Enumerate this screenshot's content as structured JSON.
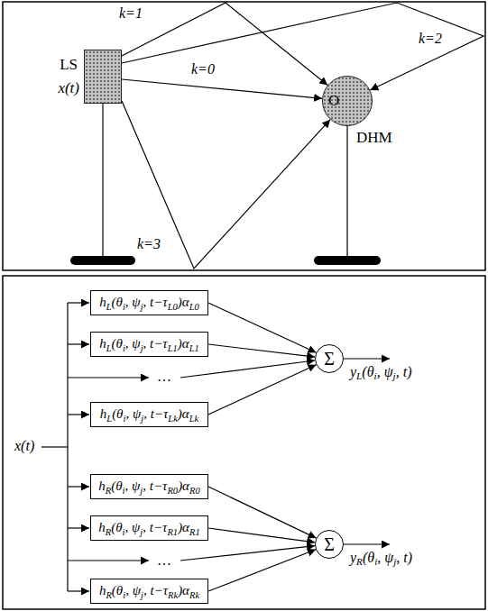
{
  "diagram": {
    "nodes": [
      {
        "text": [
          "LS",
          "x(t)"
        ]
      },
      {
        "text": [
          "O",
          "DHM"
        ]
      },
      {
        "text": [
          "hL(θi, ψj, t−τL0)αL0"
        ]
      },
      {
        "text": [
          "hL(θi, ψj, t−τL1)αL1"
        ]
      },
      {
        "text": [
          "hL(θi, ψj, t−τLk)αLk"
        ]
      },
      {
        "text": [
          "Σ"
        ]
      },
      {
        "text": [
          "hR(θi, ψj, t−τR0)αR0"
        ]
      },
      {
        "text": [
          "hR(θi, ψj, t−τR1)αR1"
        ]
      },
      {
        "text": [
          "hR(θi, ψj, t−τRk)αRk"
        ]
      },
      {
        "text": [
          "Σ"
        ]
      }
    ],
    "edges": [
      {
        "from": 0,
        "to": 1,
        "arrow": "to",
        "label": "k=1"
      },
      {
        "from": 0,
        "to": 1,
        "arrow": "to",
        "label": "k=2"
      },
      {
        "from": 0,
        "to": 1,
        "arrow": "to",
        "label": "k=0"
      },
      {
        "from": 0,
        "to": 1,
        "arrow": "to",
        "label": "k=3"
      },
      {
        "from": 2,
        "to": 5,
        "arrow": "to"
      },
      {
        "from": 3,
        "to": 5,
        "arrow": "to"
      },
      {
        "from": 4,
        "to": 5,
        "arrow": "to"
      },
      {
        "from": 6,
        "to": 9,
        "arrow": "to"
      },
      {
        "from": 7,
        "to": 9,
        "arrow": "to"
      },
      {
        "from": 8,
        "to": 9,
        "arrow": "to"
      }
    ],
    "labels": [
      "x(t)",
      "…",
      "…",
      "yL(θi, ψj, t)",
      "yR(θi, ψj, t)"
    ]
  }
}
